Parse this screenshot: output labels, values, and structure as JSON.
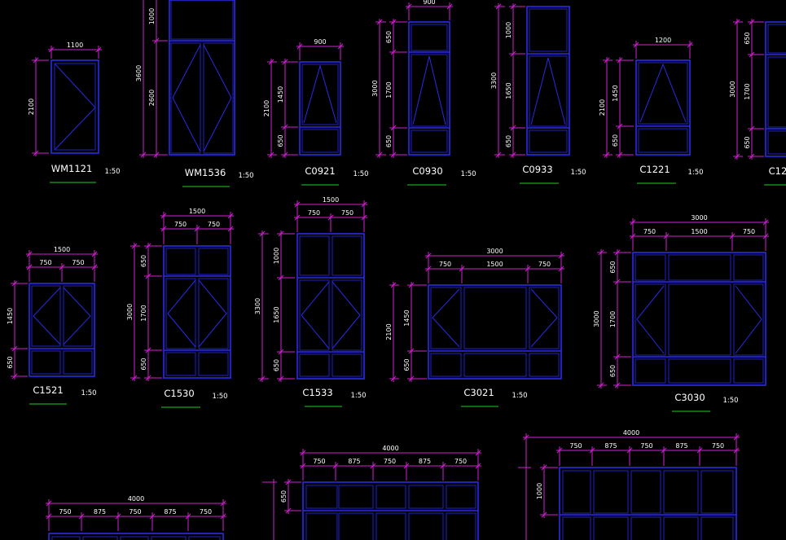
{
  "background": "#000000",
  "colors": {
    "frame": "#2a2ae6",
    "dimension": "#d21fd2",
    "label": "#ffffff",
    "underline": "#22cc22"
  },
  "scale_label": "1:50",
  "windows": [
    {
      "name": "WM1121",
      "width": "1100",
      "heights": [
        "2100"
      ],
      "total": ""
    },
    {
      "name": "WM1536",
      "width": "",
      "heights": [
        "1000",
        "2600"
      ],
      "total": "3600"
    },
    {
      "name": "C0921",
      "width": "900",
      "heights": [
        "1450",
        "650"
      ],
      "total": "2100"
    },
    {
      "name": "C0930",
      "width": "900",
      "heights": [
        "650",
        "1700",
        "650"
      ],
      "total": "3000"
    },
    {
      "name": "C0933",
      "width": "",
      "heights": [
        "1000",
        "1650",
        "650"
      ],
      "total": "3300"
    },
    {
      "name": "C1221",
      "width": "1200",
      "heights": [
        "1450",
        "650"
      ],
      "total": "2100"
    },
    {
      "name": "C12",
      "width": "",
      "heights": [
        "650",
        "1700",
        "650"
      ],
      "total": "3000"
    },
    {
      "name": "C1521",
      "width": "1500",
      "subwidths": [
        "750",
        "750"
      ],
      "heights": [
        "1450",
        "650"
      ],
      "total": ""
    },
    {
      "name": "C1530",
      "width": "1500",
      "subwidths": [
        "750",
        "750"
      ],
      "heights": [
        "650",
        "1700",
        "650"
      ],
      "total": "3000"
    },
    {
      "name": "C1533",
      "width": "1500",
      "subwidths": [
        "750",
        "750"
      ],
      "heights": [
        "1000",
        "1650",
        "650"
      ],
      "total": "3300"
    },
    {
      "name": "C3021",
      "width": "3000",
      "subwidths": [
        "750",
        "1500",
        "750"
      ],
      "heights": [
        "1450",
        "650"
      ],
      "total": "2100"
    },
    {
      "name": "C3030",
      "width": "3000",
      "subwidths": [
        "750",
        "1500",
        "750"
      ],
      "heights": [
        "650",
        "1700",
        "650"
      ],
      "total": "3000"
    },
    {
      "name": "",
      "width": "4000",
      "subwidths": [
        "750",
        "875",
        "750",
        "875",
        "750"
      ],
      "heights": [],
      "total": ""
    },
    {
      "name": "",
      "width": "4000",
      "subwidths": [
        "750",
        "875",
        "750",
        "875",
        "750"
      ],
      "heights": [
        "650"
      ],
      "total": ""
    },
    {
      "name": "",
      "width": "4000",
      "subwidths": [
        "750",
        "875",
        "750",
        "875",
        "750"
      ],
      "heights": [
        "1000"
      ],
      "total": ""
    }
  ]
}
